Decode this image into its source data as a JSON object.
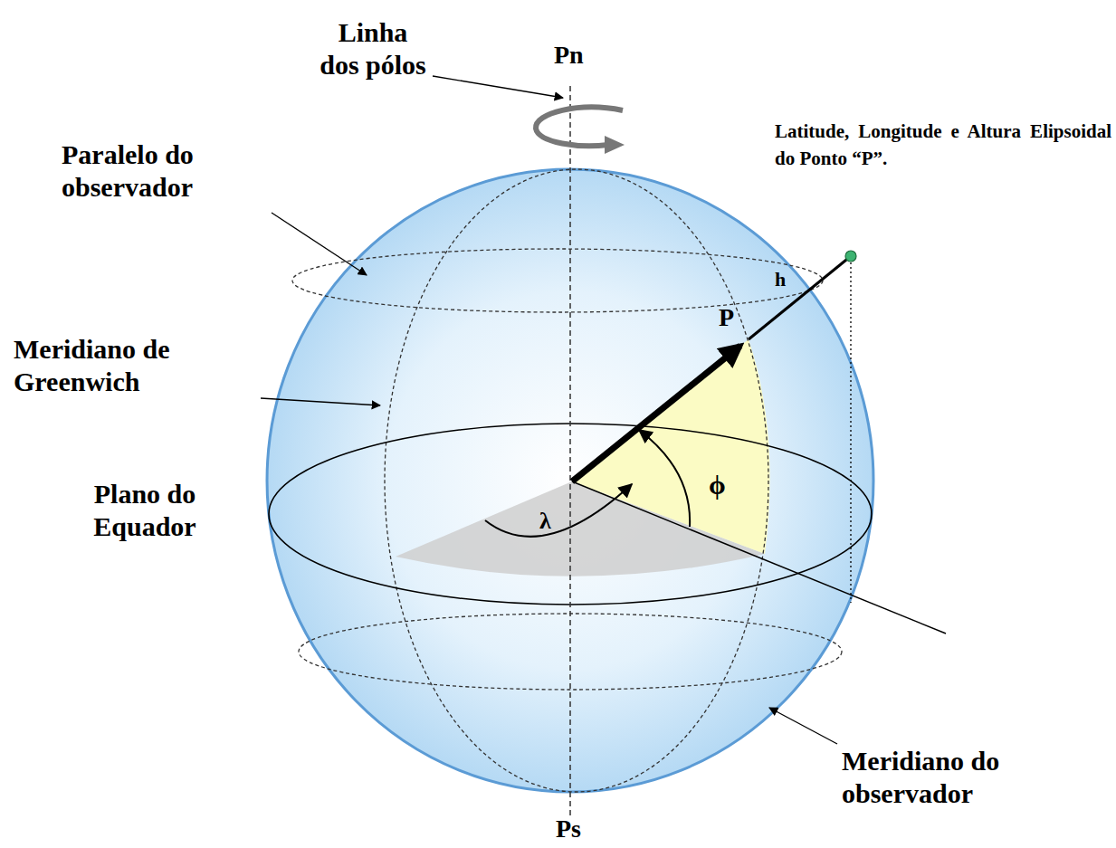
{
  "diagram": {
    "labels": [
      "Linha dos pólos",
      "Pn",
      "Latitude, Longitude e Altura Elipsoidal do Ponto “P”.",
      "Paralelo do observador",
      "h",
      "P",
      "Meridiano de Greenwich",
      "Plano do Equador",
      "ϕ",
      "λ",
      "Meridiano do observador",
      "Ps"
    ]
  }
}
